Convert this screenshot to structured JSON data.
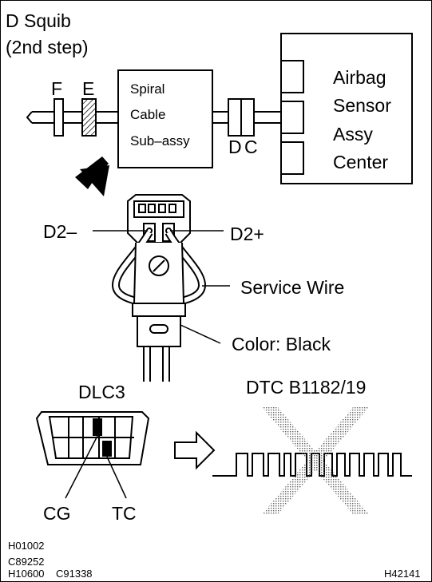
{
  "title": {
    "line1": "D Squib",
    "line2": "(2nd step)"
  },
  "connectors": {
    "f": "F",
    "e": "E",
    "d": "D",
    "c": "C"
  },
  "spiral_cable": {
    "line1": "Spiral",
    "line2": "Cable",
    "line3": "Sub–assy"
  },
  "airbag_sensor": {
    "line1": "Airbag",
    "line2": "Sensor",
    "line3": "Assy",
    "line4": "Center"
  },
  "callouts": {
    "d2_minus": "D2–",
    "d2_plus": "D2+",
    "service_wire": "Service Wire",
    "color": "Color: Black"
  },
  "dlc3": {
    "label": "DLC3",
    "cg": "CG",
    "tc": "TC"
  },
  "dtc": {
    "label": "DTC B1182/19"
  },
  "codes": {
    "c1": "H01002",
    "c2": "C89252",
    "c3": "H10600",
    "c4": "C91338",
    "c5": "H42141"
  }
}
